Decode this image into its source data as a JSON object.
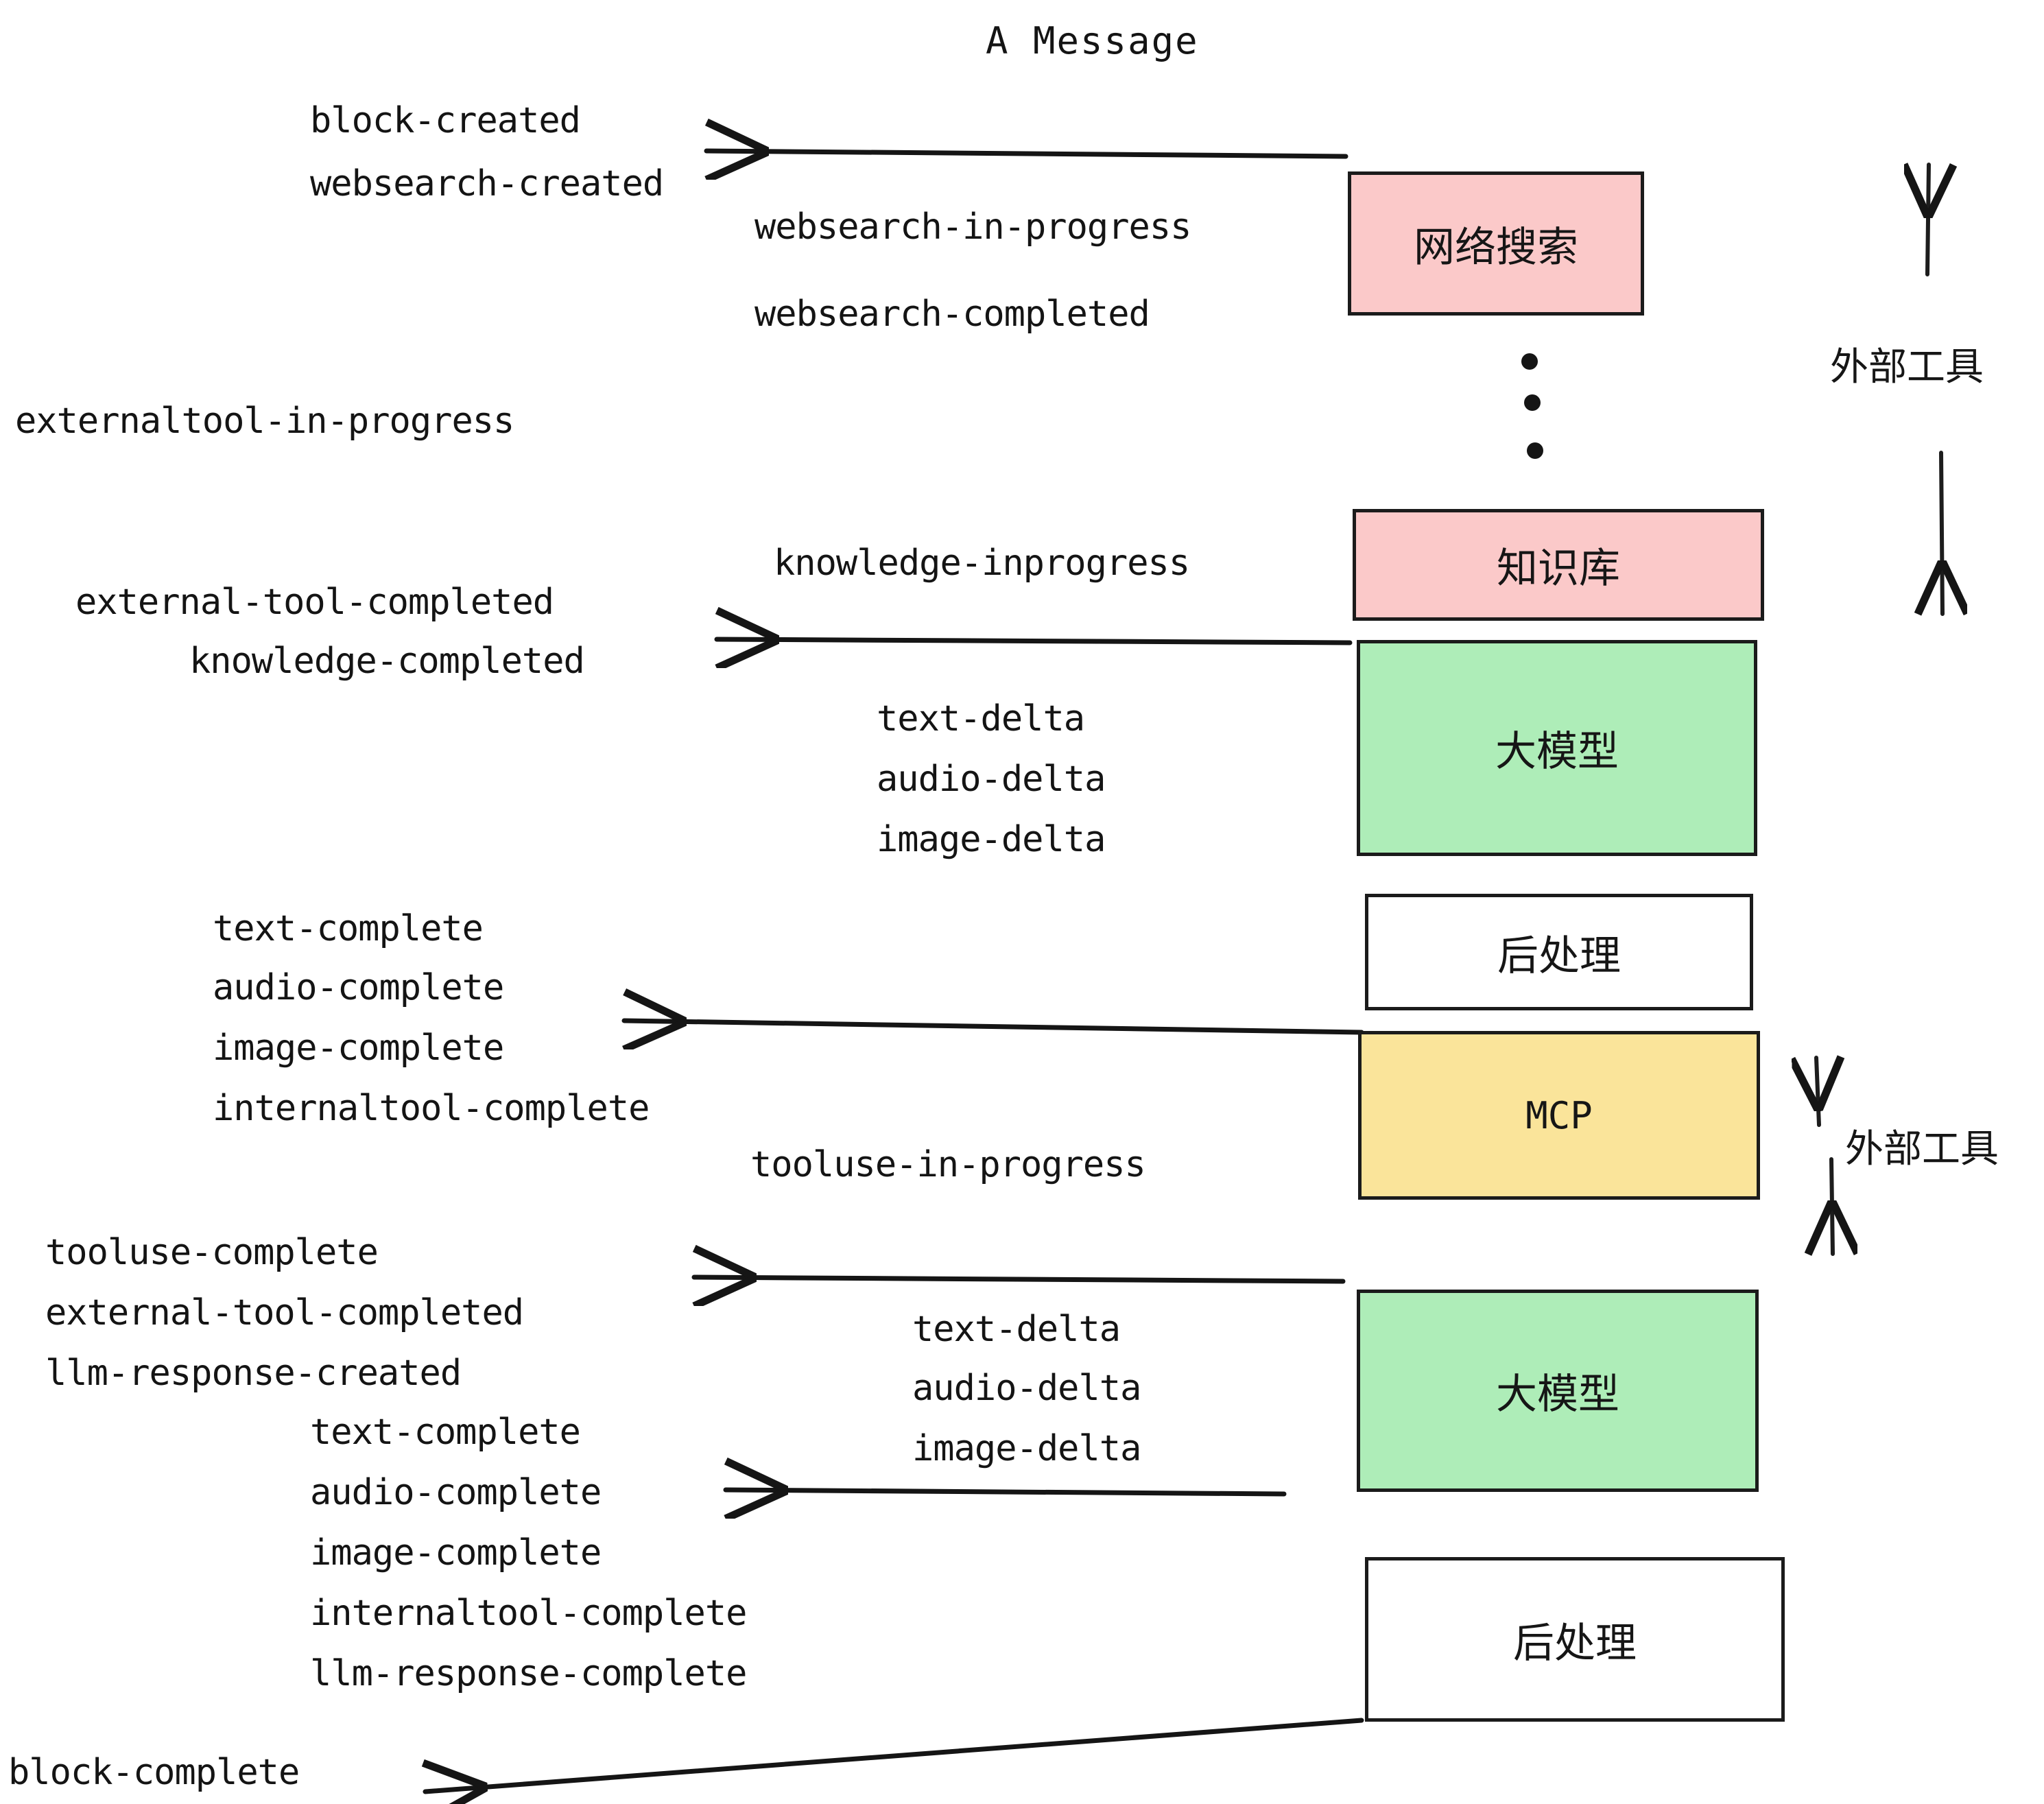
{
  "title": "A Message",
  "boxes": [
    {
      "id": "websearch",
      "label": "网络搜索",
      "color": "#fbc9c9"
    },
    {
      "id": "knowledge",
      "label": "知识库",
      "color": "#fbc9c9"
    },
    {
      "id": "llm-1",
      "label": "大模型",
      "color": "#aeedb8"
    },
    {
      "id": "postprocess-1",
      "label": "后处理",
      "color": "#ffffff"
    },
    {
      "id": "mcp",
      "label": "MCP",
      "color": "#fae49a"
    },
    {
      "id": "llm-2",
      "label": "大模型",
      "color": "#aeedb8"
    },
    {
      "id": "postprocess-2",
      "label": "后处理",
      "color": "#ffffff"
    }
  ],
  "side_labels": [
    {
      "id": "external-tool-top",
      "label": "外部工具"
    },
    {
      "id": "external-tool-bottom",
      "label": "外部工具"
    }
  ],
  "events": [
    {
      "id": "block-created",
      "text": "block-created"
    },
    {
      "id": "websearch-created",
      "text": "websearch-created"
    },
    {
      "id": "websearch-in-progress",
      "text": "websearch-in-progress"
    },
    {
      "id": "websearch-completed",
      "text": "websearch-completed"
    },
    {
      "id": "externaltool-in-progress",
      "text": "externaltool-in-progress"
    },
    {
      "id": "knowledge-inprogress",
      "text": "knowledge-inprogress"
    },
    {
      "id": "external-tool-completed-1",
      "text": "external-tool-completed"
    },
    {
      "id": "knowledge-completed",
      "text": "knowledge-completed"
    },
    {
      "id": "text-delta-1",
      "text": "text-delta"
    },
    {
      "id": "audio-delta-1",
      "text": "audio-delta"
    },
    {
      "id": "image-delta-1",
      "text": "image-delta"
    },
    {
      "id": "text-complete-1",
      "text": "text-complete"
    },
    {
      "id": "audio-complete-1",
      "text": "audio-complete"
    },
    {
      "id": "image-complete-1",
      "text": "image-complete"
    },
    {
      "id": "internaltool-complete-1",
      "text": "internaltool-complete"
    },
    {
      "id": "tooluse-in-progress",
      "text": "tooluse-in-progress"
    },
    {
      "id": "tooluse-complete",
      "text": "tooluse-complete"
    },
    {
      "id": "external-tool-completed-2",
      "text": "external-tool-completed"
    },
    {
      "id": "llm-response-created",
      "text": "llm-response-created"
    },
    {
      "id": "text-delta-2",
      "text": "text-delta"
    },
    {
      "id": "audio-delta-2",
      "text": "audio-delta"
    },
    {
      "id": "image-delta-2",
      "text": "image-delta"
    },
    {
      "id": "text-complete-2",
      "text": "text-complete"
    },
    {
      "id": "audio-complete-2",
      "text": "audio-complete"
    },
    {
      "id": "image-complete-2",
      "text": "image-complete"
    },
    {
      "id": "internaltool-complete-2",
      "text": "internaltool-complete"
    },
    {
      "id": "llm-response-complete",
      "text": "llm-response-complete"
    },
    {
      "id": "block-complete",
      "text": "block-complete"
    }
  ],
  "colors": {
    "pink": "#fbc9c9",
    "green": "#aeedb8",
    "yellow": "#fae49a",
    "white": "#ffffff",
    "stroke": "#1b1b1b",
    "text": "#141414"
  }
}
